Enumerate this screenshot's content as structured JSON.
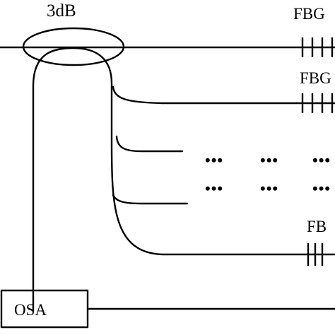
{
  "diagram": {
    "coupler_label": "3dB",
    "analyzer_label": "OSA",
    "grating_labels": [
      "FBG",
      "FBG",
      "FB"
    ],
    "ellipsis": "•••"
  }
}
